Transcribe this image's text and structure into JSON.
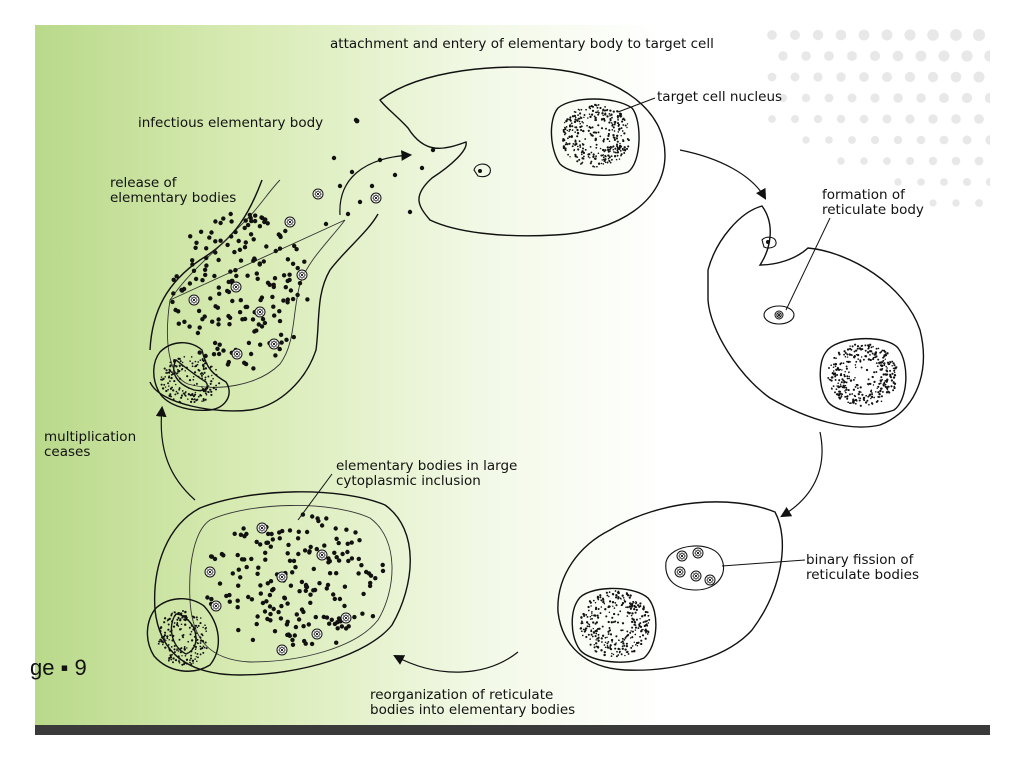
{
  "labels": {
    "attachment": "attachment and entery of elementary body to target cell",
    "infectious": "infectious elementary body",
    "target_nucleus": "target cell nucleus",
    "release": "release of\nelementary bodies",
    "formation": "formation of\nreticulate body",
    "multiplication": "multiplication\nceases",
    "large_inclusion": "elementary bodies in large\ncytoplasmic inclusion",
    "binary_fission": "binary fission of\nreticulate bodies",
    "reorganization": "reorganization of reticulate\nbodies into elementary bodies"
  },
  "page_number": "ge ▪ 9",
  "colors": {
    "gradient_start": "#b9d98a",
    "ink": "#111111",
    "bar": "#3a3a3a",
    "decor_dots": "#e8e8e8"
  }
}
